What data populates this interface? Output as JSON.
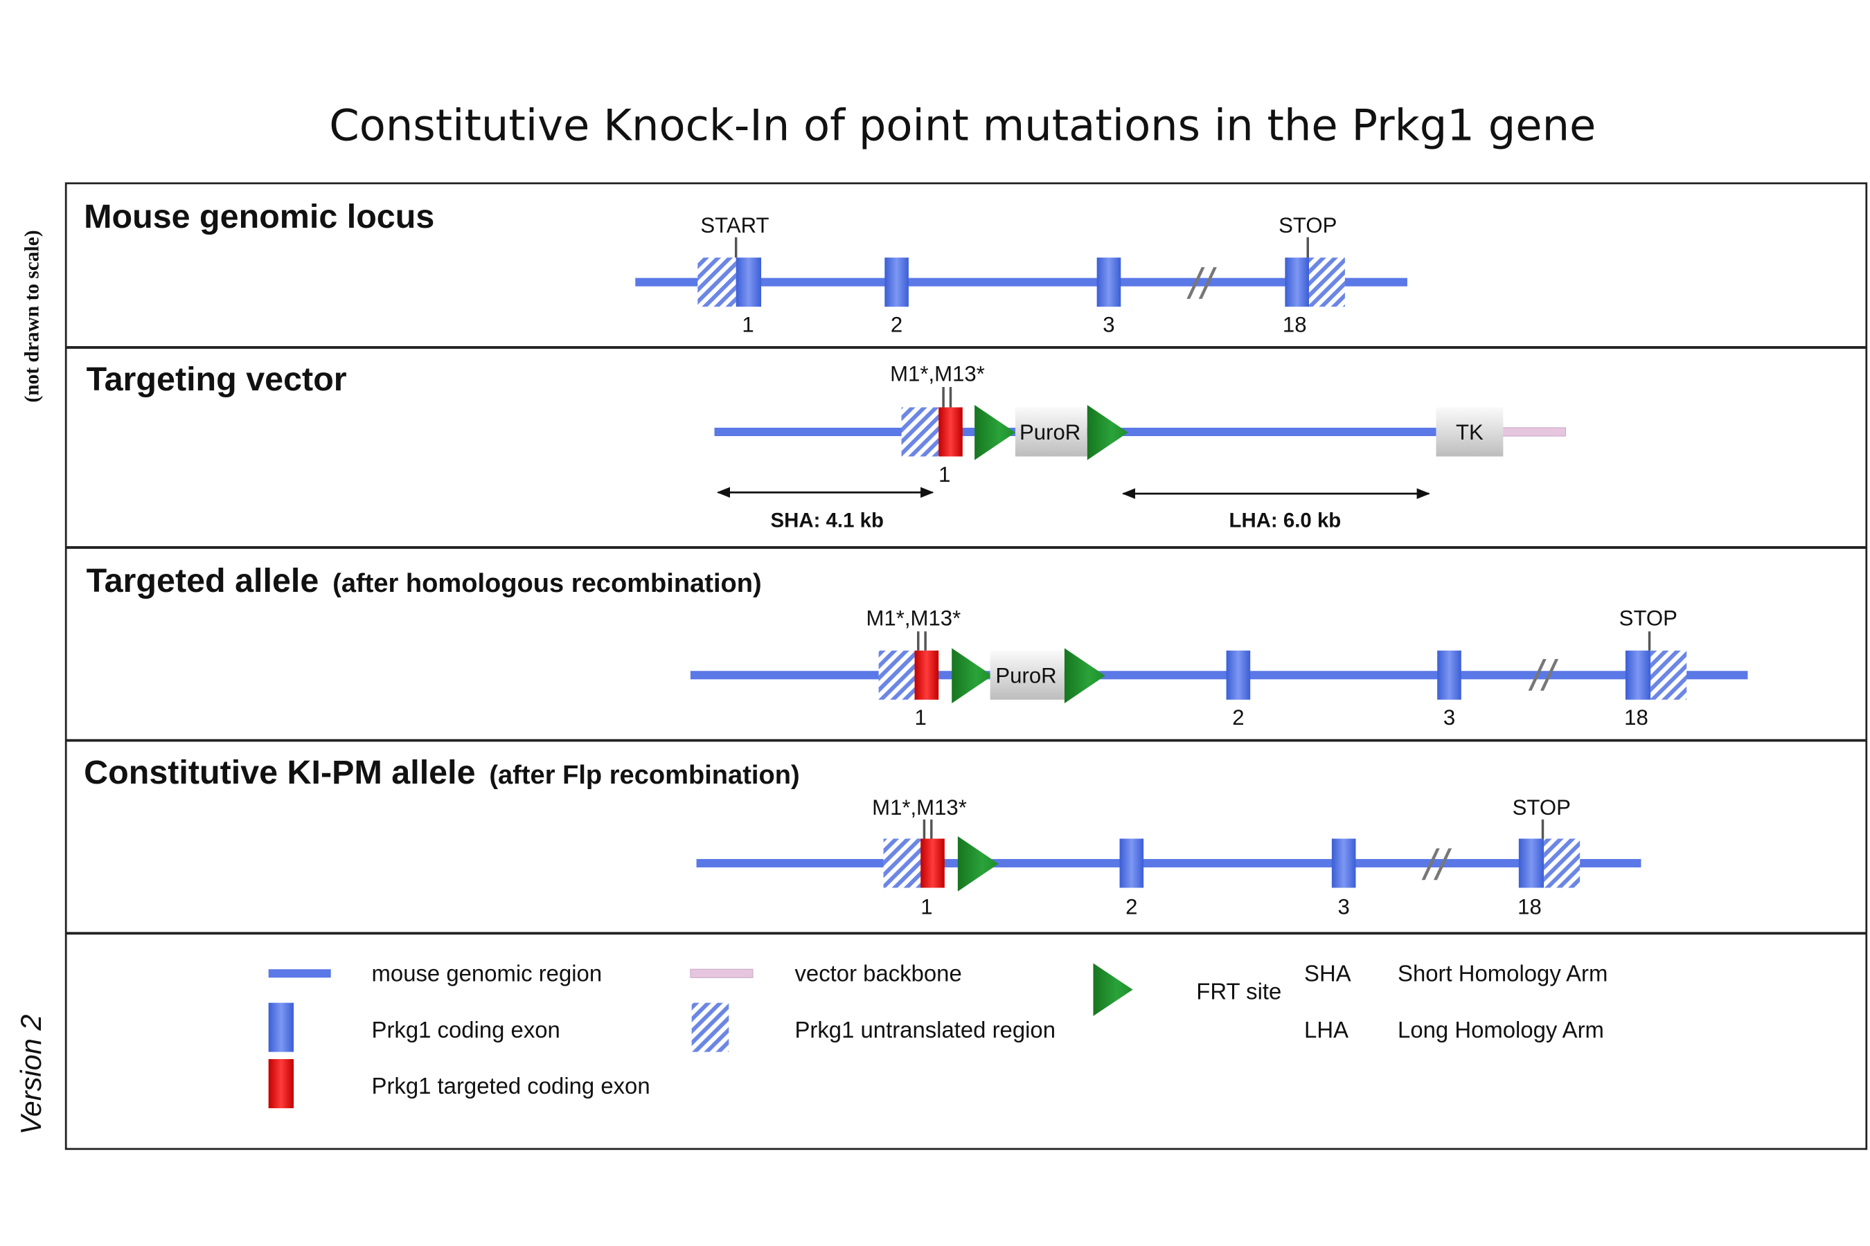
{
  "title": "Constitutive Knock-In of point mutations in the Prkg1 gene",
  "side_notes": {
    "scale": "(not drawn  to scale)",
    "version": "Version 2"
  },
  "colors": {
    "genomic_line": "#5a78e6",
    "coding_exon": "#4f6fe0",
    "targeted_exon": "#dd1111",
    "frt": "#1f8f2a",
    "puror_box": "#d8d8d8",
    "vector_backbone": "#e6c6df",
    "hatch_stripe": "#6b86e4"
  },
  "panels": [
    {
      "id": "genomic_locus",
      "title": "Mouse genomic locus",
      "subtitle": "",
      "markers": [
        "START",
        "STOP"
      ],
      "exon_labels": [
        "1",
        "2",
        "3",
        "18"
      ],
      "break_symbol": "//"
    },
    {
      "id": "targeting_vector",
      "title": "Targeting vector",
      "subtitle": "",
      "mutation_label": "M1*,M13*",
      "exon_labels": [
        "1"
      ],
      "cassette_labels": [
        "PuroR",
        "TK"
      ],
      "arms": [
        {
          "label": "SHA:  4.1 kb"
        },
        {
          "label": "LHA:  6.0 kb"
        }
      ]
    },
    {
      "id": "targeted_allele",
      "title": "Targeted allele",
      "subtitle": "(after homologous recombination)",
      "mutation_label": "M1*,M13*",
      "markers": [
        "STOP"
      ],
      "exon_labels": [
        "1",
        "2",
        "3",
        "18"
      ],
      "cassette_labels": [
        "PuroR"
      ],
      "break_symbol": "//"
    },
    {
      "id": "ki_pm_allele",
      "title": "Constitutive KI-PM allele",
      "subtitle": "(after Flp recombination)",
      "mutation_label": "M1*,M13*",
      "markers": [
        "STOP"
      ],
      "exon_labels": [
        "1",
        "2",
        "3",
        "18"
      ],
      "break_symbol": "//"
    }
  ],
  "legend": {
    "genomic_region": "mouse genomic region",
    "coding_exon": "Prkg1 coding exon",
    "targeted_exon": "Prkg1 targeted coding exon",
    "vector_backbone": "vector backbone",
    "utr": "Prkg1 untranslated region",
    "frt": "FRT site",
    "sha_abbr": "SHA",
    "sha_full": "Short Homology Arm",
    "lha_abbr": "LHA",
    "lha_full": "Long Homology Arm"
  }
}
